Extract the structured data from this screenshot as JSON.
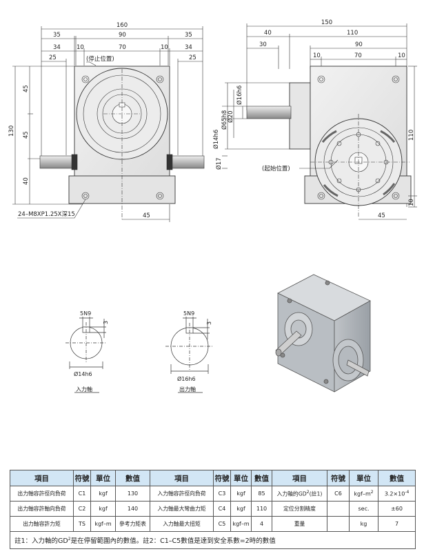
{
  "front_view": {
    "dims": {
      "d160": "160",
      "d35l": "35",
      "d90": "90",
      "d35r": "35",
      "d34l": "34",
      "d10l": "10",
      "d70": "70",
      "d10r": "10",
      "d34r": "34",
      "d25l": "25",
      "d25r": "25",
      "d130": "130",
      "d45a": "45",
      "d45b": "45",
      "d40": "40",
      "d45bottom": "45"
    },
    "stop_position": "(停止位置)",
    "tap_note": "24–M8XP1.25X深15"
  },
  "side_view": {
    "dims": {
      "d150": "150",
      "d40": "40",
      "d110": "110",
      "d30": "30",
      "d90": "90",
      "d10a": "10",
      "d70": "70",
      "d10b": "10",
      "d110v": "110",
      "d10v": "10",
      "d45": "45"
    },
    "diameters": {
      "o16h6": "Ø16h6",
      "o65h8": "Ø65h8",
      "o20": "Ø20",
      "o14h6": "Ø14h6",
      "o17": "Ø17"
    },
    "start_position": "(起始位置)"
  },
  "shaft_sections": {
    "input": {
      "key": "5N9",
      "depth": "3",
      "dia": "Ø14h6",
      "caption": "入力軸"
    },
    "output": {
      "key": "5N9",
      "depth": "3",
      "dia": "Ø16h6",
      "caption": "出力軸"
    }
  },
  "table": {
    "headers": [
      "項目",
      "符號",
      "單位",
      "數值",
      "項目",
      "符號",
      "單位",
      "數值",
      "項目",
      "符號",
      "單位",
      "數值"
    ],
    "rows": [
      [
        "出力軸容許徑向負荷",
        "C1",
        "kgf",
        "130",
        "入力軸容許徑向負荷",
        "C3",
        "kgf",
        "85",
        "入力軸的GD",
        "C6",
        "kgf–m",
        "3.2×10"
      ],
      [
        "出力軸容許軸向負荷",
        "C2",
        "kgf",
        "140",
        "入力軸最大彎曲力矩",
        "C4",
        "kgf",
        "110",
        "定位分割精度",
        "",
        "sec.",
        "±60"
      ],
      [
        "出力軸容許力矩",
        "TS",
        "kgf–m",
        "參考力矩表",
        "入力軸最大扭矩",
        "C5",
        "kgf–m",
        "4",
        "重量",
        "",
        "kg",
        "7"
      ]
    ],
    "gd_suffix": "(註1)",
    "gd_sup": "2",
    "unit_sup": "2",
    "value_sup": "-4",
    "note_part1": "註1：入力軸的GD",
    "note_sup": "2",
    "note_part2": "是在停留範圍內的數值。註2：C1–C5數值是達到安全系數=2時的數值"
  }
}
